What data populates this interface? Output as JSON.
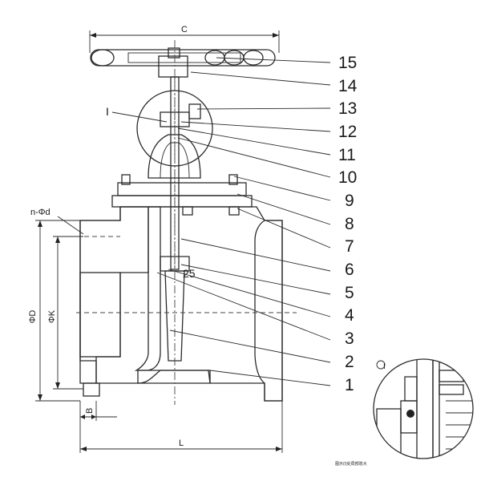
{
  "drawing": {
    "parts": [
      {
        "number": "15"
      },
      {
        "number": "14"
      },
      {
        "number": "13"
      },
      {
        "number": "12"
      },
      {
        "number": "11"
      },
      {
        "number": "10"
      },
      {
        "number": "9"
      },
      {
        "number": "8"
      },
      {
        "number": "7"
      },
      {
        "number": "6"
      },
      {
        "number": "5"
      },
      {
        "number": "4"
      },
      {
        "number": "3"
      },
      {
        "number": "2"
      },
      {
        "number": "1"
      }
    ],
    "dimensions": {
      "width_top": "C",
      "flange_holes": "n-Φd",
      "flange_od": "ΦD",
      "bolt_circle": "ΦK",
      "flange_thickness": "B",
      "length": "L",
      "inner_callout": "25"
    },
    "detail": {
      "label": "I",
      "view_label": "I"
    },
    "footnote": "图示(I)处局部放大"
  },
  "colors": {
    "line": "#2b2b2b",
    "hatch": "#888888"
  }
}
